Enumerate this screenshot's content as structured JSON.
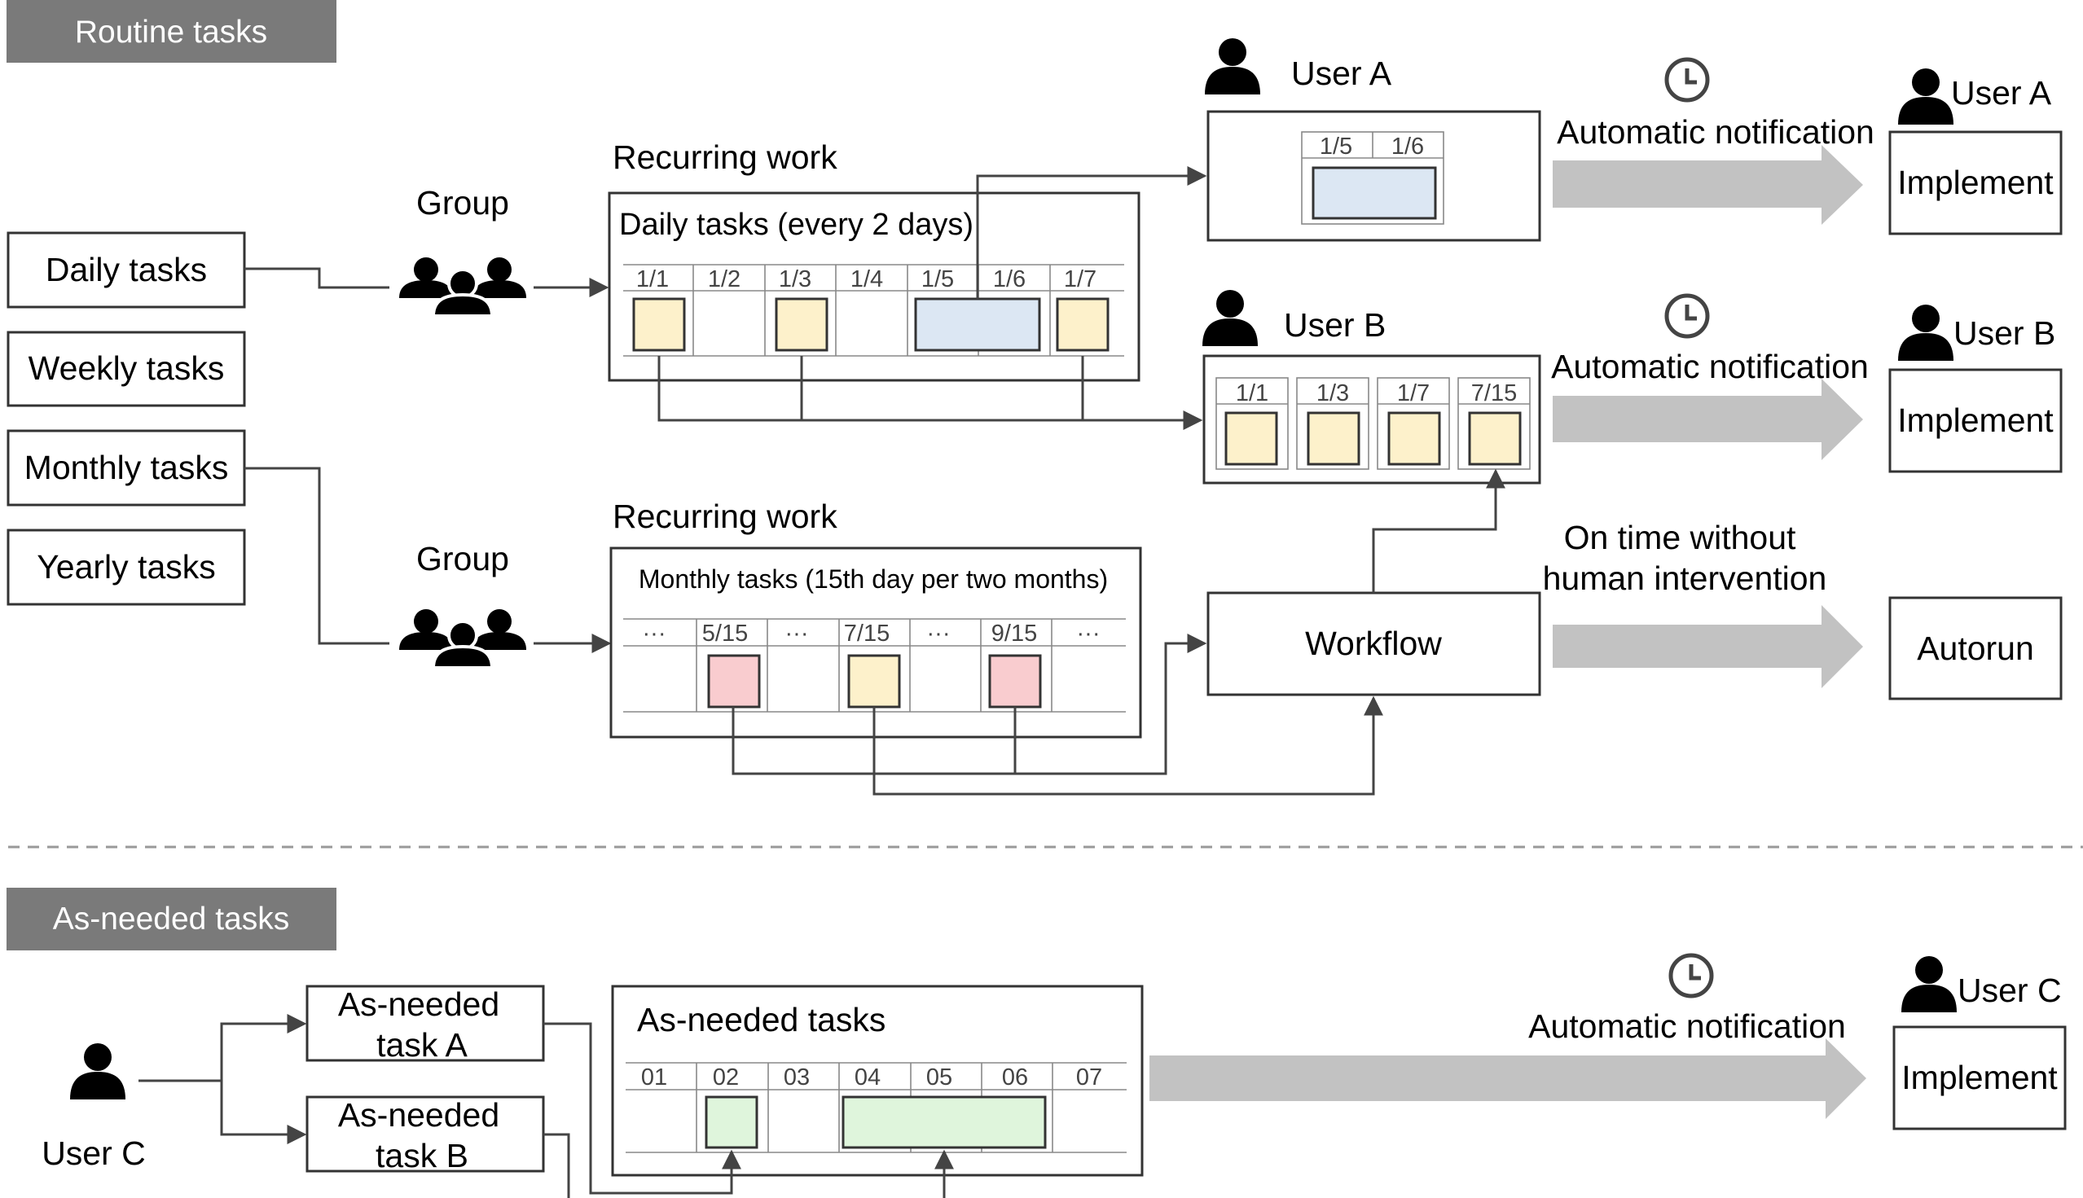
{
  "sections": {
    "routine_title": "Routine tasks",
    "asneeded_title": "As-needed tasks"
  },
  "task_types": [
    "Daily tasks",
    "Weekly tasks",
    "Monthly tasks",
    "Yearly tasks"
  ],
  "groups": {
    "top_label": "Group",
    "bottom_label": "Group"
  },
  "recurring_daily": {
    "label": "Recurring work",
    "title": "Daily tasks (every 2 days)",
    "headers": [
      "1/1",
      "1/2",
      "1/3",
      "1/4",
      "1/5",
      "1/6",
      "1/7"
    ]
  },
  "recurring_monthly": {
    "label": "Recurring work",
    "title": "Monthly tasks (15th day per two months)",
    "headers": [
      "···",
      "5/15",
      "···",
      "7/15",
      "···",
      "9/15",
      "···"
    ]
  },
  "user_a": {
    "label": "User A",
    "headers": [
      "1/5",
      "1/6"
    ]
  },
  "user_b": {
    "label": "User B",
    "headers": [
      "1/1",
      "1/3",
      "1/7",
      "7/15"
    ]
  },
  "workflow": {
    "label": "Workflow"
  },
  "notifications": {
    "auto_a": "Automatic notification",
    "auto_b": "Automatic notification",
    "ontime_line1": "On time without",
    "ontime_line2": "human intervention",
    "auto_c": "Automatic notification"
  },
  "outcomes": {
    "user_a_label": "User A",
    "implement_a": "Implement",
    "user_b_label": "User B",
    "implement_b": "Implement",
    "autorun": "Autorun",
    "user_c_label": "User C",
    "implement_c": "Implement"
  },
  "asneeded": {
    "user_label": "User C",
    "task_a_line1": "As-needed",
    "task_a_line2": "task A",
    "task_b_line1": "As-needed",
    "task_b_line2": "task B",
    "calendar_title": "As-needed tasks",
    "headers": [
      "01",
      "02",
      "03",
      "04",
      "05",
      "06",
      "07"
    ]
  },
  "colors": {
    "section_bg": "#7a7a7a",
    "yellow": "#fdf1cb",
    "blue": "#dce7f3",
    "pink": "#f9cccf",
    "green": "#dff5dc",
    "arrow_gray": "#c2c2c2",
    "divider": "#999999"
  },
  "icons": [
    "person-icon",
    "group-icon",
    "clock-icon"
  ]
}
